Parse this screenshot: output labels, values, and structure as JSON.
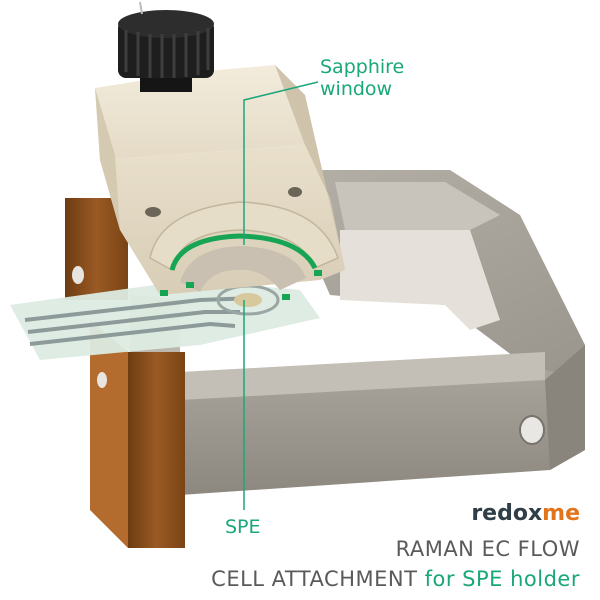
{
  "callouts": {
    "window_line1": "Sapphire",
    "window_line2": "window",
    "spe": "SPE"
  },
  "brand": {
    "part1": "redox",
    "part2": "me"
  },
  "title": {
    "line1": "RAMAN EC FLOW",
    "line2_main": "CELL ATTACHMENT",
    "line2_accent": "for SPE holder"
  },
  "colors": {
    "accent_green": "#1aa77a",
    "brand_orange": "#e2741c",
    "brand_dark": "#2f3e47",
    "body_cream": "#ece4d3",
    "steel": "#9f9a92",
    "wood": "#8a4f1e"
  }
}
